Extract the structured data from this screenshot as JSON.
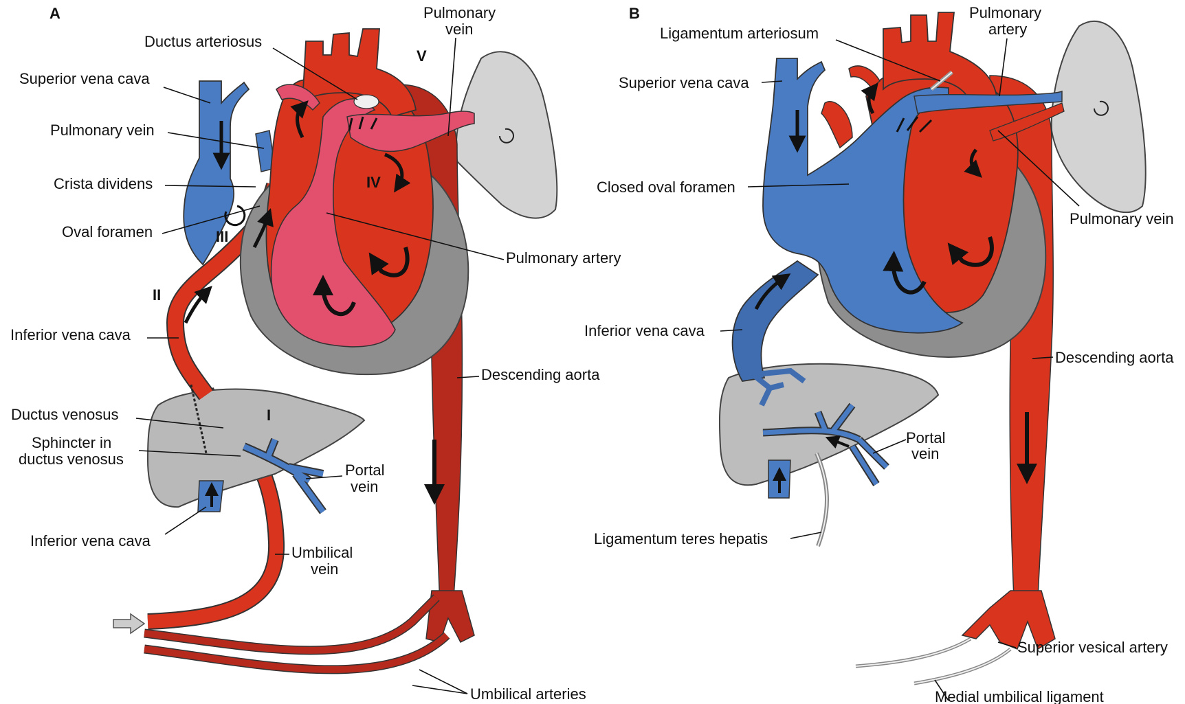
{
  "colors": {
    "oxygenated": "#d9341e",
    "deoxygenated": "#4a7cc4",
    "mixed": "#e2506e",
    "aorta_dark": "#b5231a",
    "liver": "#b8b8b8",
    "lung": "#d2d2d2",
    "heart_shadow": "#8c8c8c"
  },
  "panel_a": {
    "letter": "A",
    "labels": {
      "superior_vena_cava": "Superior vena cava",
      "ductus_arteriosus": "Ductus arteriosus",
      "pulmonary_vein_top_1": "Pulmonary",
      "pulmonary_vein_top_2": "vein",
      "pulmonary_vein_left": "Pulmonary vein",
      "crista_dividens": "Crista dividens",
      "oval_foramen": "Oval foramen",
      "pulmonary_artery": "Pulmonary artery",
      "inferior_vena_cava_upper": "Inferior vena cava",
      "descending_aorta": "Descending aorta",
      "ductus_venosus": "Ductus venosus",
      "sphincter_1": "Sphincter in",
      "sphincter_2": "ductus venosus",
      "portal_vein_1": "Portal",
      "portal_vein_2": "vein",
      "inferior_vena_cava_lower": "Inferior vena cava",
      "umbilical_vein_1": "Umbilical",
      "umbilical_vein_2": "vein",
      "umbilical_arteries": "Umbilical arteries"
    },
    "roman": {
      "i": "I",
      "ii": "II",
      "iii": "III",
      "iv": "IV",
      "v": "V"
    }
  },
  "panel_b": {
    "letter": "B",
    "labels": {
      "ligamentum_arteriosum": "Ligamentum arteriosum",
      "pulmonary_artery_1": "Pulmonary",
      "pulmonary_artery_2": "artery",
      "superior_vena_cava": "Superior vena cava",
      "closed_oval_foramen": "Closed oval foramen",
      "pulmonary_vein": "Pulmonary vein",
      "inferior_vena_cava": "Inferior vena cava",
      "descending_aorta": "Descending aorta",
      "portal_vein_1": "Portal",
      "portal_vein_2": "vein",
      "ligamentum_teres": "Ligamentum teres hepatis",
      "superior_vesical_artery": "Superior vesical artery",
      "medial_umbilical_ligament": "Medial umbilical ligament"
    }
  }
}
